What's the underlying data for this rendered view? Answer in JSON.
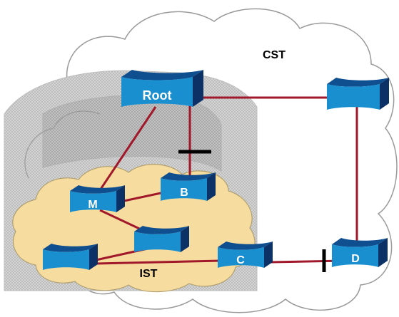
{
  "diagram": {
    "regions": {
      "cst_label": "CST",
      "ist_label": "IST"
    },
    "switches": {
      "root": "Root",
      "b": "B",
      "m": "M",
      "c": "C",
      "d": "D",
      "top_right": "",
      "ist_middle": "",
      "ist_left": ""
    },
    "colors": {
      "link": "#a0182a",
      "switch_front": "#1a8fd0",
      "switch_top": "#0f4f8f",
      "switch_side": "#0b3166",
      "cloud_fill": "#ffffff",
      "cloud_stroke": "#9a9a9a",
      "ist_fill": "#f7dca0",
      "region_gray": "#c8c8c8",
      "block_mark": "#000000"
    },
    "blocked_links": [
      "Root-B",
      "C-D"
    ]
  }
}
